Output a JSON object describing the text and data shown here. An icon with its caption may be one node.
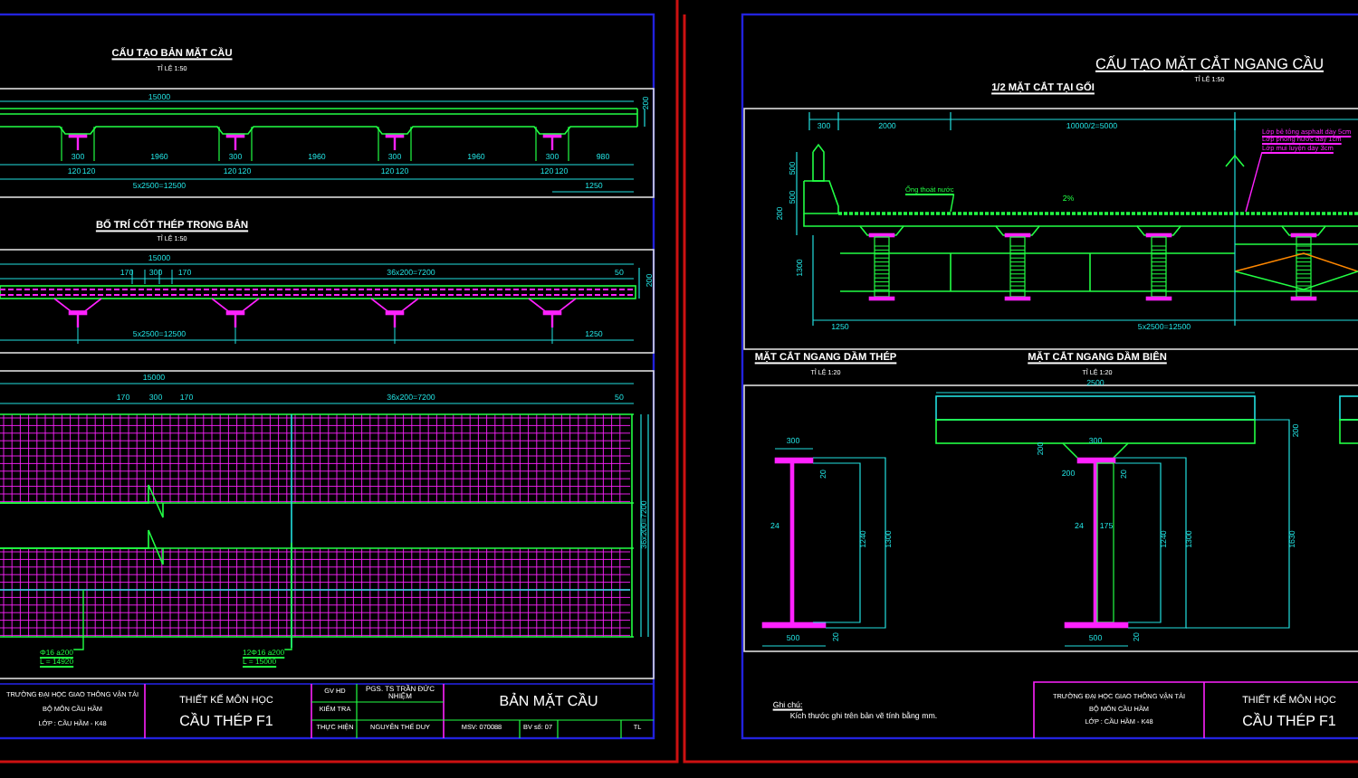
{
  "diagram": {
    "nodes": [
      {
        "text": [
          "Φ16 a200",
          "L = 14920"
        ]
      },
      {
        "text": [
          "12Φ16 a200",
          "L = 15000"
        ]
      },
      {
        "text": [
          "Lớp bê tông asphalt dày 5cm",
          "Lớp phòng nước dày 1cm",
          "Lớp mui luyện dày 3cm"
        ]
      },
      {
        "text": [
          "Ống thoát nước"
        ]
      }
    ],
    "edges": [
      {
        "from": 0,
        "to": null,
        "arrow": "none"
      },
      {
        "from": 1,
        "to": null,
        "arrow": "none"
      },
      {
        "from": 2,
        "to": null,
        "arrow": "none",
        "color": "#ff22ff"
      },
      {
        "from": 3,
        "to": null,
        "arrow": "none"
      }
    ],
    "labels": [
      "CẤU TẠO BẢN MẶT CẦU",
      "TỈ LỆ 1:50",
      "15000",
      "200",
      "300",
      "1960",
      "300",
      "1960",
      "300",
      "1960",
      "300",
      "980",
      "120",
      "120",
      "120",
      "120",
      "120",
      "120",
      "120",
      "120",
      "5x2500=12500",
      "1250",
      "BỐ TRÍ CỐT THÉP TRONG BẢN",
      "TỈ LỆ 1:50",
      "15000",
      "170",
      "300",
      "170",
      "36x200=7200",
      "50",
      "200",
      "5x2500=12500",
      "1250",
      "15000",
      "170",
      "300",
      "170",
      "36x200=7200",
      "50",
      "36x200=7200",
      "TRƯỜNG ĐẠI HỌC GIAO THÔNG VẬN TẢI",
      "BỘ MÔN CẦU HẦM",
      "LỚP : CẦU HẦM - K48",
      "THIẾT KẾ MÔN HỌC",
      "CẦU THÉP F1",
      "GV HD",
      "PGS. TS TRẦN ĐỨC NHIỆM",
      "KIỂM TRA",
      "THỰC HIỆN",
      "NGUYỄN THẾ DUY",
      "BẢN MẶT CẦU",
      "MSV: 070088",
      "BV số: 07",
      "TL",
      "CẤU TẠO MẶT CẮT NGANG CẦU",
      "TỈ LỆ 1:50",
      "1/2 MẶT CẮT TẠI GỐI",
      "300",
      "2000",
      "10000/2=5000",
      "500",
      "500",
      "200",
      "1300",
      "2%",
      "1250",
      "5x2500=12500",
      "MẶT CẮT NGANG DẦM THÉP",
      "TỈ LỆ 1:20",
      "MẶT CẮT NGANG DẦM BIÊN",
      "TỈ LỆ 1:20",
      "300",
      "20",
      "24",
      "1240",
      "1300",
      "500",
      "20",
      "2500",
      "200",
      "200",
      "300",
      "200",
      "20",
      "24",
      "175",
      "1240",
      "1300",
      "1630",
      "500",
      "20",
      "Ghi chú:",
      "Kích thước ghi trên bản vẽ tính bằng mm.",
      "TRƯỜNG ĐẠI HỌC GIAO THÔNG VẬN TẢI",
      "BỘ MÔN CẦU HẦM",
      "LỚP : CẦU HẦM - K48",
      "THIẾT KẾ MÔN HỌC",
      "CẦU THÉP F1"
    ]
  }
}
